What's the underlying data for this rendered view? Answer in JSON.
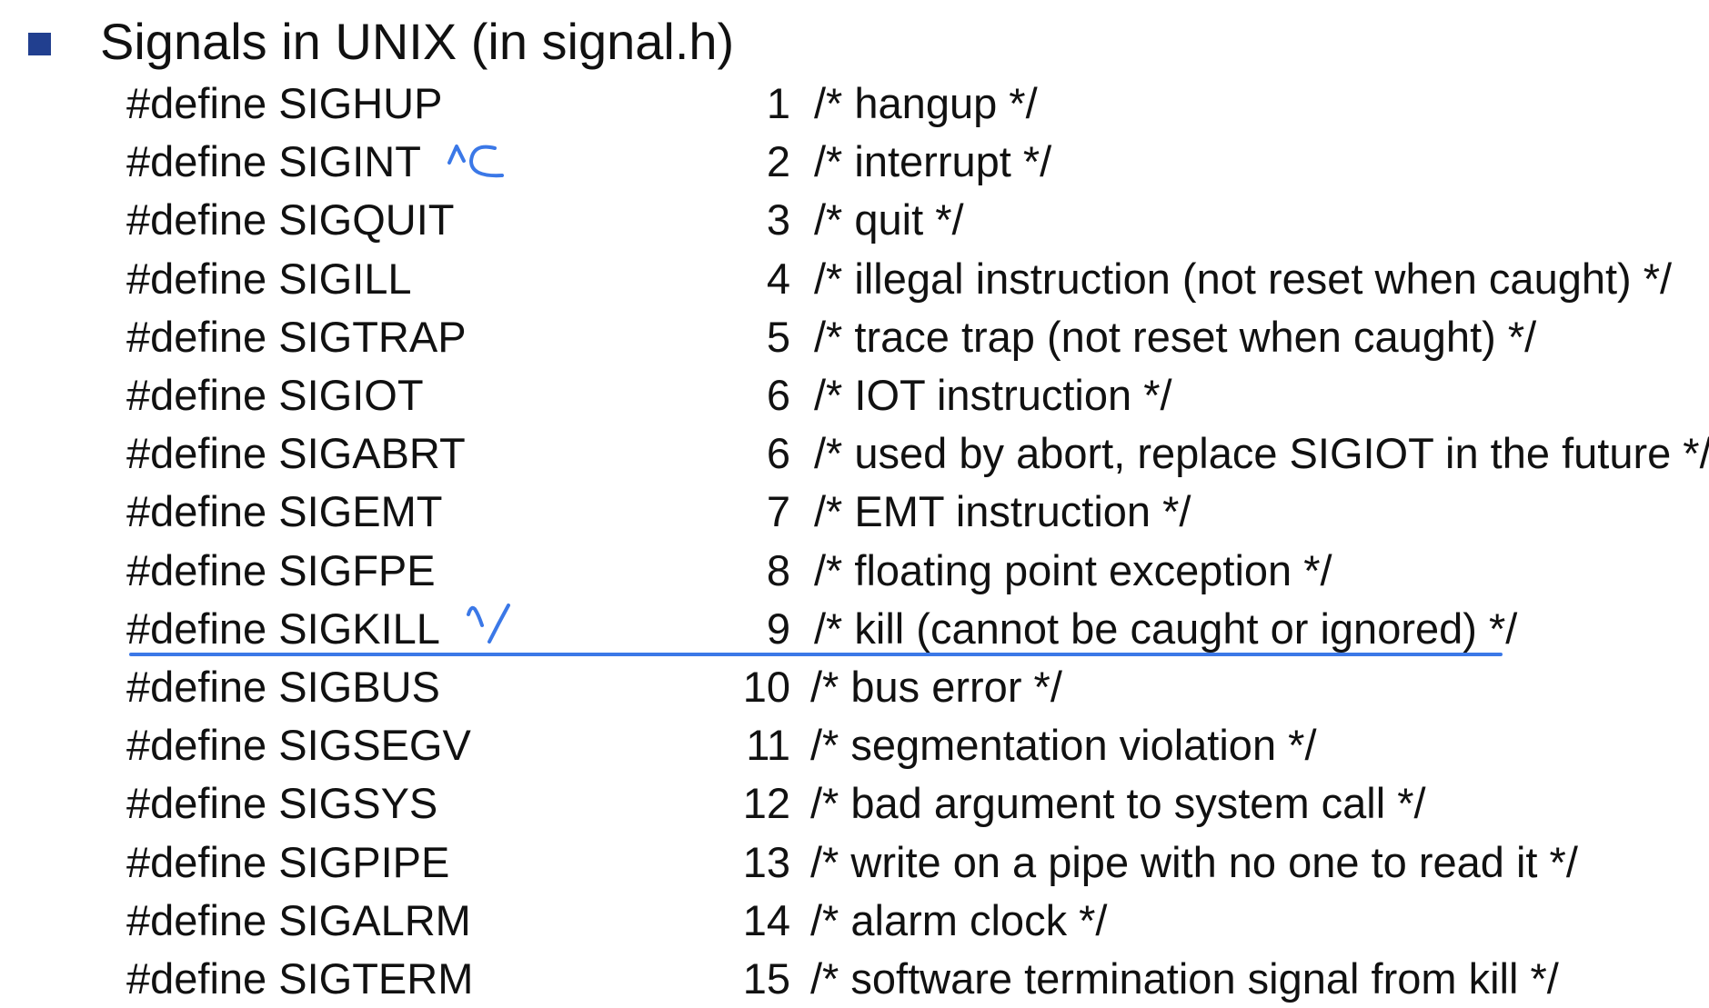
{
  "title": "Signals in UNIX (in signal.h)",
  "annotations": {
    "sigint_note": "^C",
    "sigkill_note": "^Y"
  },
  "accent_color": "#3b78e7",
  "bullet_color": "#213f8f",
  "signals": [
    {
      "define": "#define SIGHUP",
      "num": "1",
      "comment": "/* hangup */"
    },
    {
      "define": "#define SIGINT",
      "num": "2",
      "comment": "/* interrupt */"
    },
    {
      "define": "#define SIGQUIT",
      "num": "3",
      "comment": "/* quit */"
    },
    {
      "define": "#define SIGILL",
      "num": "4",
      "comment": "/* illegal instruction (not reset when caught) */"
    },
    {
      "define": "#define SIGTRAP",
      "num": "5",
      "comment": "/* trace trap (not reset when caught) */"
    },
    {
      "define": "#define SIGIOT",
      "num": "6",
      "comment": "/* IOT instruction */"
    },
    {
      "define": "#define SIGABRT",
      "num": "6",
      "comment": "/* used by abort, replace SIGIOT in the future */"
    },
    {
      "define": "#define SIGEMT",
      "num": "7",
      "comment": "/* EMT instruction */"
    },
    {
      "define": "#define SIGFPE",
      "num": "8",
      "comment": "/* floating point exception */"
    },
    {
      "define": "#define SIGKILL",
      "num": "9",
      "comment": "/* kill (cannot be caught or ignored) */"
    },
    {
      "define": "#define SIGBUS",
      "num": "10",
      "comment": "/* bus error */"
    },
    {
      "define": "#define SIGSEGV",
      "num": "11",
      "comment": "/* segmentation violation */"
    },
    {
      "define": "#define SIGSYS",
      "num": "12",
      "comment": "/* bad argument to system call */"
    },
    {
      "define": "#define SIGPIPE",
      "num": "13",
      "comment": "/* write on a pipe with no one to read it */"
    },
    {
      "define": "#define SIGALRM",
      "num": "14",
      "comment": "/* alarm clock */"
    },
    {
      "define": "#define SIGTERM",
      "num": "15",
      "comment": "/* software termination signal from kill */"
    }
  ]
}
